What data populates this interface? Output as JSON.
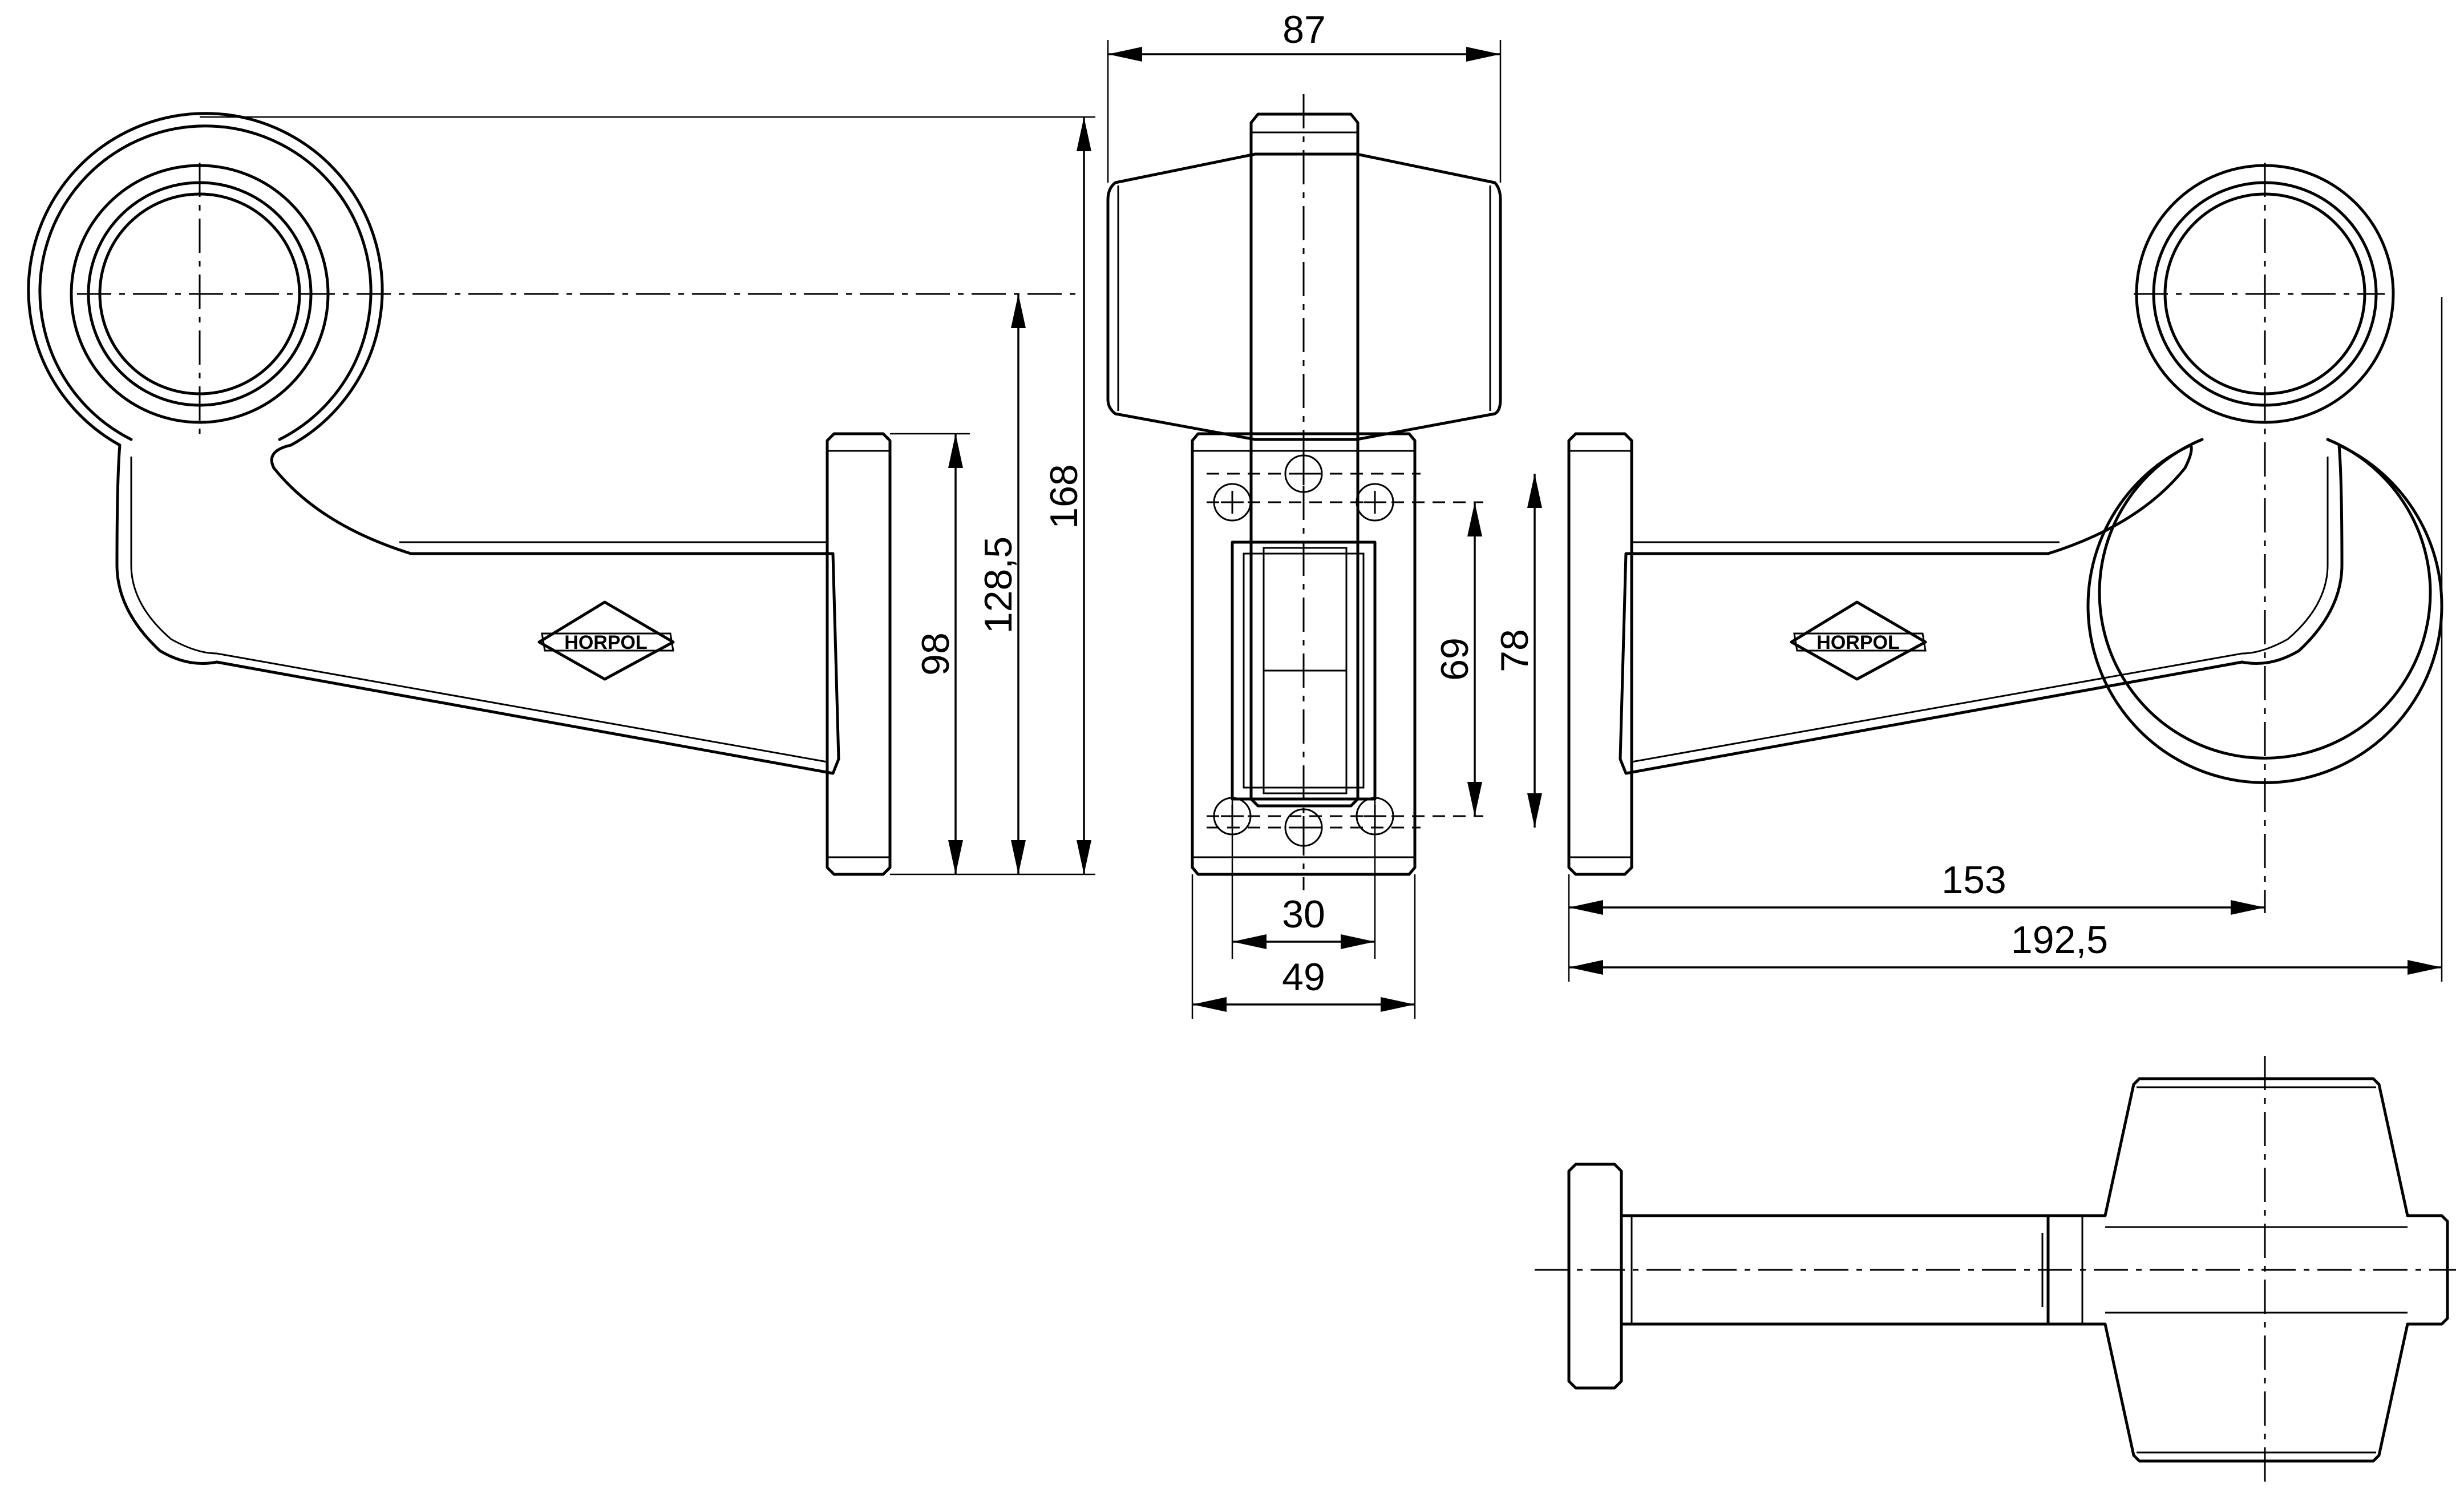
{
  "drawing": {
    "logo_text": "HORPOL",
    "dimensions": {
      "width_top": "87",
      "height_total": "168",
      "height_center": "128,5",
      "base_height": "98",
      "hole_spacing_inner": "69",
      "hole_spacing_outer": "78",
      "base_inner_width": "30",
      "base_width": "49",
      "reach_center": "153",
      "reach_total": "192,5"
    }
  }
}
